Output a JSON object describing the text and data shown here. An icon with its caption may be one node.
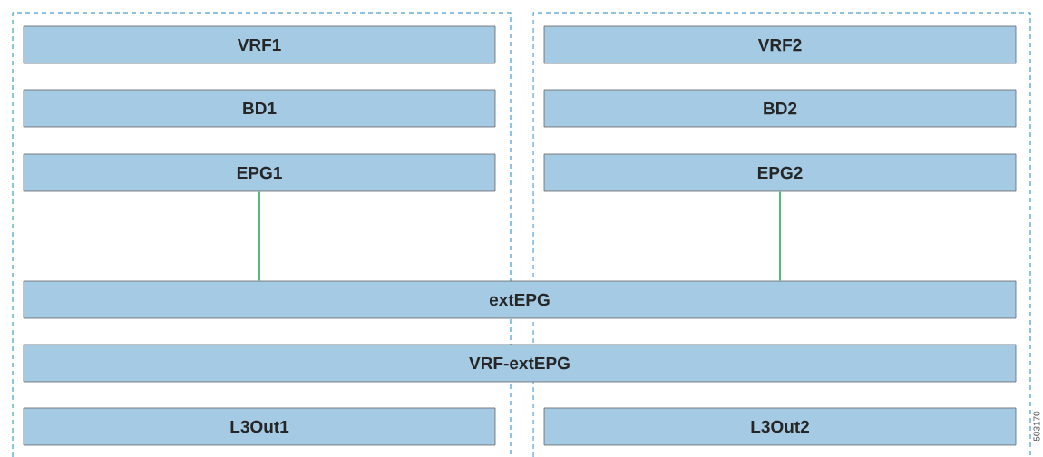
{
  "diagram": {
    "nodes": [
      {
        "text": [],
        "shape": "box"
      },
      {
        "text": [
          "VRF1"
        ],
        "in": 0
      },
      {
        "text": [
          "BD1"
        ],
        "in": 0
      },
      {
        "text": [
          "EPG1"
        ],
        "in": 0
      },
      {
        "text": [],
        "shape": "box"
      },
      {
        "text": [
          "VRF2"
        ],
        "in": 4
      },
      {
        "text": [
          "BD2"
        ],
        "in": 4
      },
      {
        "text": [
          "EPG2"
        ],
        "in": 4
      },
      {
        "text": [
          "extEPG"
        ]
      },
      {
        "text": [
          "VRF-extEPG"
        ]
      },
      {
        "text": [
          "L3Out1"
        ],
        "in": 0
      },
      {
        "text": [
          "L3Out2"
        ],
        "in": 4
      }
    ],
    "edges": [
      {
        "from": 3,
        "to": 8,
        "arrow": "none"
      },
      {
        "from": 7,
        "to": 8,
        "arrow": "none"
      }
    ],
    "labels": [
      "503170"
    ]
  }
}
